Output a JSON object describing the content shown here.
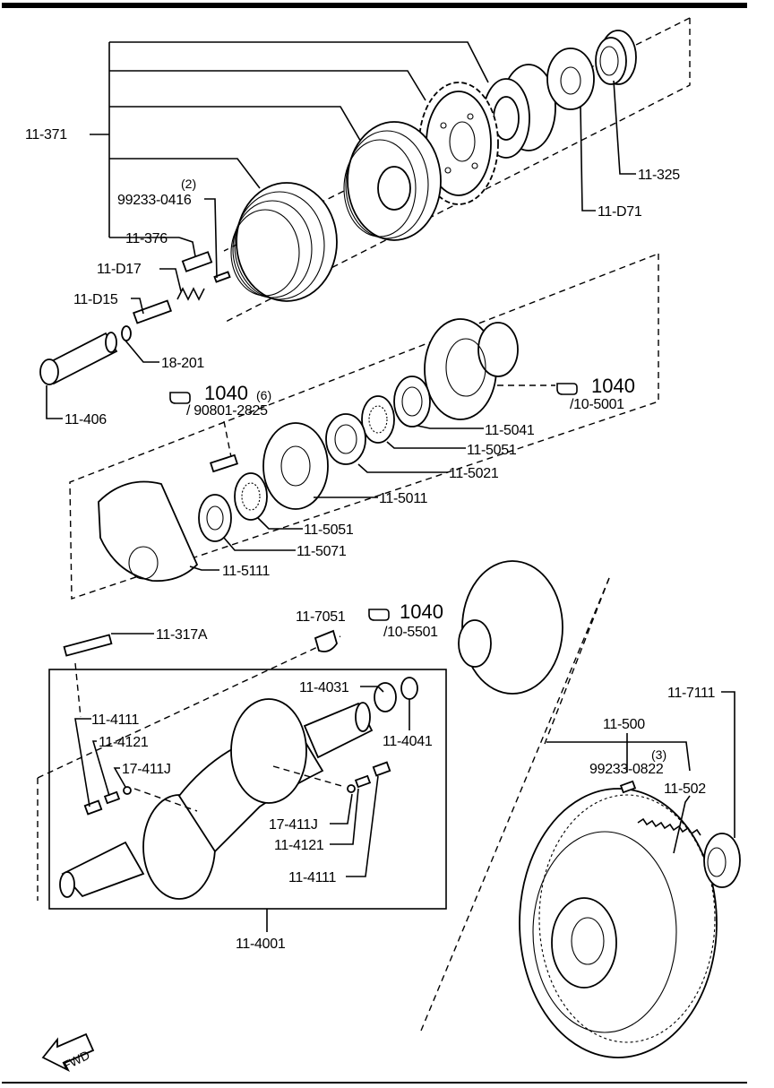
{
  "callouts": {
    "pulley_group": "11-371",
    "bolt_spec": "99233-0416",
    "bolt_qty": "(2)",
    "bolt": "11-376",
    "spring": "11-D17",
    "plunger": "11-D15",
    "o_ring": "18-201",
    "eccentric_shaft_front": "11-406",
    "front_seal": "11-325",
    "key_plate": "11-D71",
    "ref_1040_a": "1040",
    "ref_1040_a_qty": "(6)",
    "ref_1040_a_part": "/ 90801-2825",
    "ref_1040_b": "1040",
    "ref_1040_b_part": "/10-5001",
    "thrust_plate": "11-5041",
    "needle_bearing_a": "11-5051",
    "spacer": "11-5021",
    "balance_weight_plate": "11-5011",
    "needle_bearing_b": "11-5051",
    "thrust_washer": "11-5071",
    "front_counterweight": "11-5111",
    "ref_7051": "11-7051",
    "ref_1040_c": "1040",
    "ref_1040_c_part": "/10-5501",
    "key": "11-317A",
    "needle_bearing_c": "11-4031",
    "bearing_race": "11-4041",
    "plug_a": "11-4111",
    "spring_a": "11-4121",
    "ball_a": "17-411J",
    "ball_b": "17-411J",
    "spring_b": "11-4121",
    "plug_b": "11-4111",
    "eccentric_shaft": "11-4001",
    "flywheel_group": "11-500",
    "flywheel_pin_spec": "99233-0822",
    "flywheel_pin_qty": "(3)",
    "ring_gear": "11-502",
    "rear_seal": "11-7111",
    "fwd": "FWD"
  }
}
